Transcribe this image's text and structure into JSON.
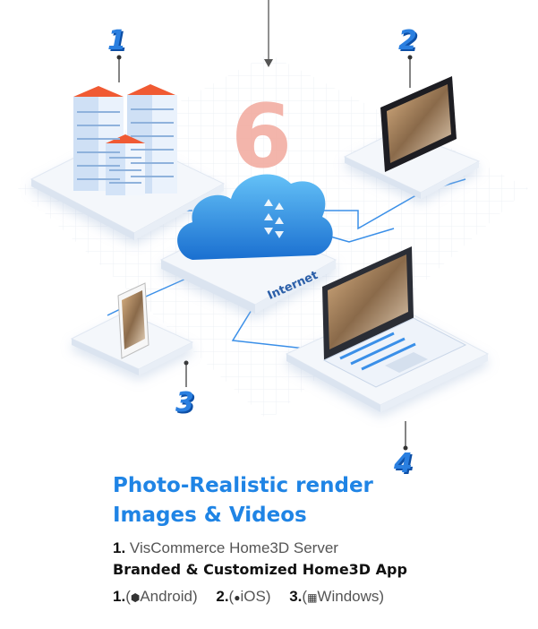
{
  "labels": {
    "n1": "1",
    "n2": "2",
    "n3": "3",
    "n4": "4",
    "center": "6",
    "internet": "Internet"
  },
  "text": {
    "title1": "Photo-Realistic render",
    "title2": "Images & Videos",
    "item1_num": "1.",
    "item1_text": "VisCommerce Home3D Server",
    "item2_text": "Branded & Customized Home3D App",
    "platforms": [
      {
        "num": "1.",
        "open": "(",
        "icon": "android-icon",
        "label": "Android",
        "close": ")"
      },
      {
        "num": "2.",
        "open": "(",
        "icon": "apple-icon",
        "label": "iOS",
        "close": ")"
      },
      {
        "num": "3.",
        "open": "(",
        "icon": "windows-icon",
        "label": "Windows",
        "close": ")"
      }
    ]
  },
  "colors": {
    "accent": "#1f84e5",
    "cloud": "#3fa3ee",
    "server_top": "#f05a33",
    "six": "#f2a99d"
  }
}
